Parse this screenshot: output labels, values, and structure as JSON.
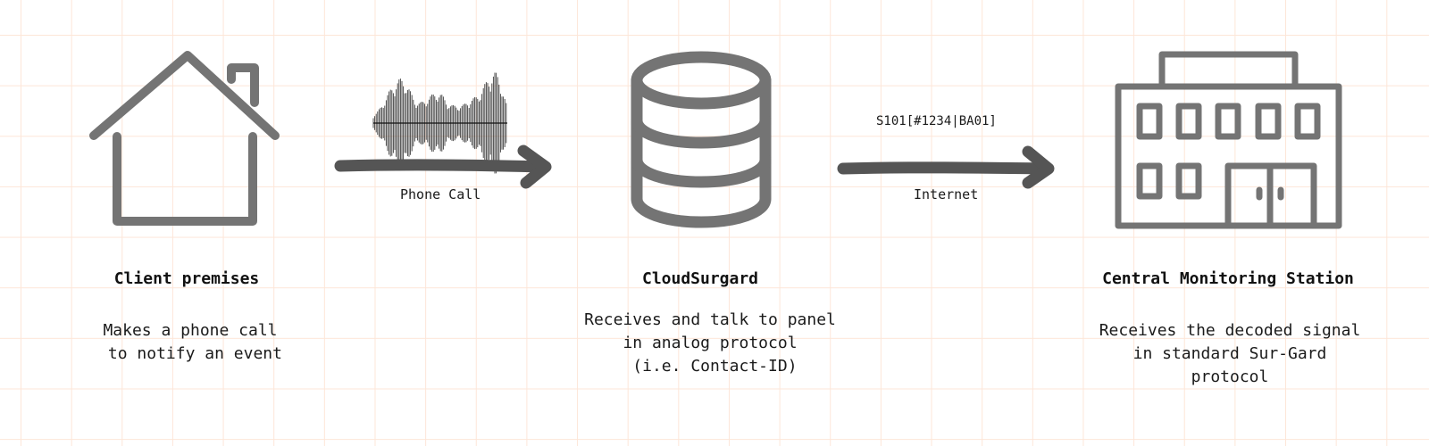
{
  "diagram": {
    "nodes": [
      {
        "id": "client",
        "icon": "house-icon",
        "title": "Client premises",
        "description": "Makes a phone call\n to notify an event"
      },
      {
        "id": "cloudsurgard",
        "icon": "database-icon",
        "title": "CloudSurgard",
        "description": "Receives and talk to panel\nin analog protocol\n (i.e. Contact-ID)"
      },
      {
        "id": "cms",
        "icon": "building-icon",
        "title": "Central Monitoring Station",
        "description": "Receives the decoded signal\nin standard Sur-Gard\nprotocol"
      }
    ],
    "edges": [
      {
        "from": "client",
        "to": "cloudsurgard",
        "label": "Phone Call",
        "decoration": "audio-waveform-icon"
      },
      {
        "from": "cloudsurgard",
        "to": "cms",
        "label": "Internet",
        "signal": "S101[#1234|BA01]"
      }
    ]
  },
  "colors": {
    "icon": "#747474",
    "arrow": "#555555",
    "grid": "#fde6d8",
    "text": "#111111"
  }
}
